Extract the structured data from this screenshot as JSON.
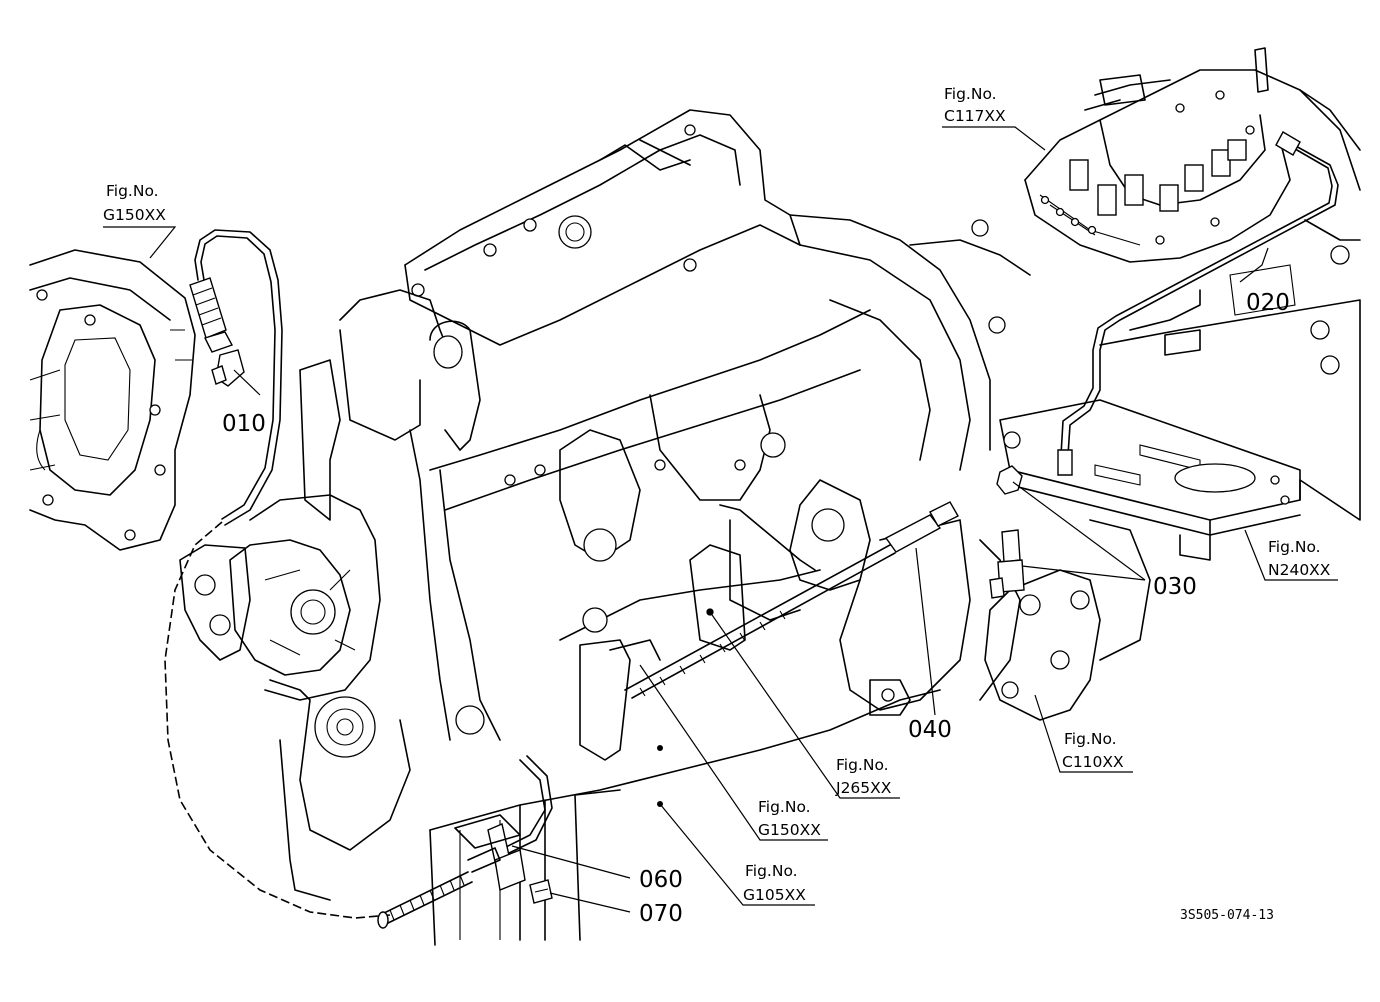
{
  "figure_refs": [
    {
      "prefix": "Fig.No.",
      "code": "C117XX"
    },
    {
      "prefix": "Fig.No.",
      "code": "G150XX"
    },
    {
      "prefix": "Fig.No.",
      "code": "N240XX"
    },
    {
      "prefix": "Fig.No.",
      "code": "C110XX"
    },
    {
      "prefix": "Fig.No.",
      "code": "J265XX"
    },
    {
      "prefix": "Fig.No.",
      "code": "G150XX"
    },
    {
      "prefix": "Fig.No.",
      "code": "G105XX"
    }
  ],
  "part_numbers": [
    "010",
    "020",
    "030",
    "040",
    "060",
    "070"
  ],
  "drawing_code": "3S505-074-13"
}
